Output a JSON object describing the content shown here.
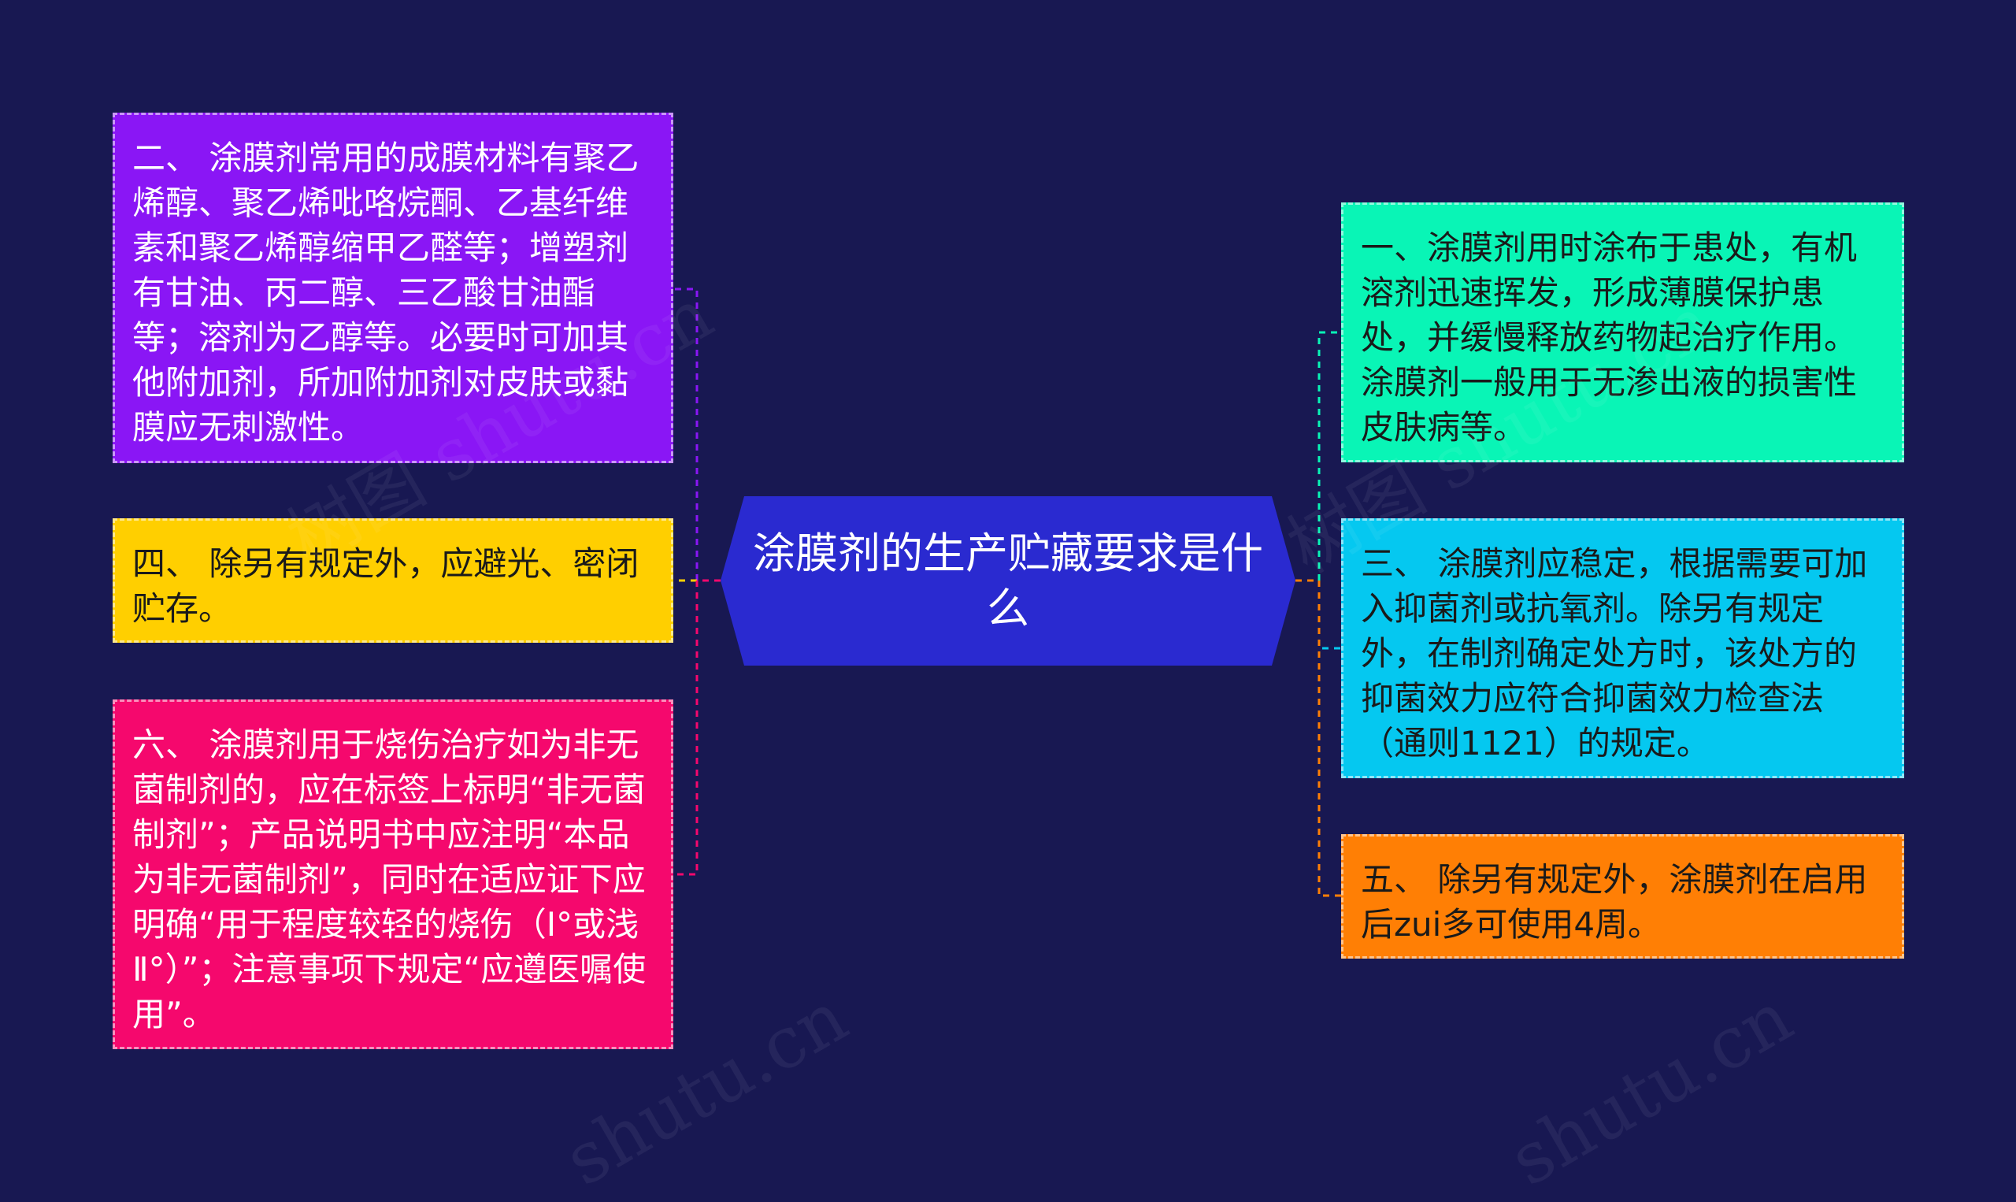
{
  "title": "涂膜剂的生产贮藏要求是什么",
  "colors": {
    "background": "#181852",
    "center": "#2a2ad0",
    "node2": "#8a16f5",
    "node4": "#ffcf00",
    "node6": "#f5086d",
    "node1": "#09f5b6",
    "node3": "#05c8f0",
    "node5": "#ff7f05"
  },
  "left_nodes": [
    {
      "id": "node2",
      "text": "二、 涂膜剂常用的成膜材料有聚乙烯醇、聚乙烯吡咯烷酮、乙基纤维素和聚乙烯醇缩甲乙醛等；增塑剂有甘油、丙二醇、三乙酸甘油酯等；溶剂为乙醇等。必要时可加其他附加剂，所加附加剂对皮肤或黏膜应无刺激性。"
    },
    {
      "id": "node4",
      "text": "四、 除另有规定外，应避光、密闭贮存。"
    },
    {
      "id": "node6",
      "text": "六、 涂膜剂用于烧伤治疗如为非无菌制剂的，应在标签上标明“非无菌制剂”；产品说明书中应注明“本品为非无菌制剂”，同时在适应证下应明确“用于程度较轻的烧伤（Ⅰ°或浅Ⅱ°）”；注意事项下规定“应遵医嘱使用”。"
    }
  ],
  "right_nodes": [
    {
      "id": "node1",
      "text": "一、涂膜剂用时涂布于患处，有机溶剂迅速挥发，形成薄膜保护患处，并缓慢释放药物起治疗作用。涂膜剂一般用于无渗出液的损害性皮肤病等。"
    },
    {
      "id": "node3",
      "text": "三、 涂膜剂应稳定，根据需要可加入抑菌剂或抗氧剂。除另有规定外，在制剂确定处方时，该处方的抑菌效力应符合抑菌效力检查法（通则1121）的规定。"
    },
    {
      "id": "node5",
      "text": "五、 除另有规定外，涂膜剂在启用后zui多可使用4周。"
    }
  ],
  "watermarks": [
    "树图 shutu.cn",
    "树图 shutu.cn",
    "shutu.cn",
    "shutu.cn"
  ]
}
